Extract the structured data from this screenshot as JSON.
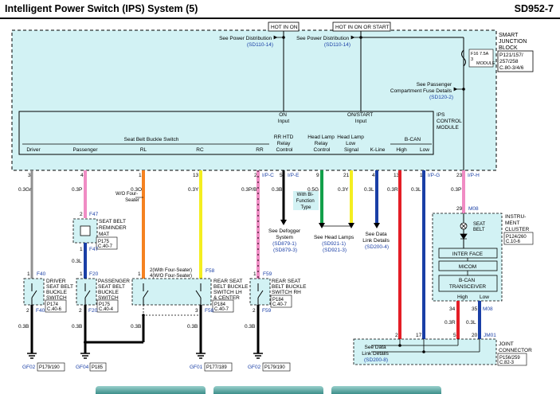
{
  "header": {
    "title": "Intelligent Power Switch (IPS) System (5)",
    "code": "SD952-7"
  },
  "junction_block": {
    "label": [
      "SMART",
      "JUNCTION",
      "BLOCK"
    ],
    "refs": [
      "P121/157/",
      "257/258",
      "C.80-3/4/6"
    ],
    "hot_in_on": "HOT IN ON",
    "hot_in_on_or_start": "HOT IN ON OR START",
    "see_pd_1": "See Power Distribution",
    "see_pd_1_ref": "(SD110-14)",
    "see_pd_2": "See Power Distribution",
    "see_pd_2_ref": "(SD110-14)",
    "fuse": [
      "F16 7.5A",
      "3",
      "MODULE"
    ],
    "see_fuse": "See Passenger",
    "see_fuse_2": "Compartment Fuse Details",
    "see_fuse_ref": "(SD120-2)",
    "on_input": [
      "ON",
      "Input"
    ],
    "onstart_input": [
      "ON/START",
      "Input"
    ],
    "ips_label": [
      "IPS",
      "CONTROL",
      "MODULE"
    ],
    "seat_belt_switch": "Seat Belt Buckle Switch",
    "channels": [
      "Driver",
      "Passenger",
      "RL",
      "RC",
      "RR"
    ],
    "rr_htd": [
      "RR HTD",
      "Relay",
      "Control"
    ],
    "head_relay": [
      "Head Lamp",
      "Relay",
      "Control"
    ],
    "head_low": [
      "Head Lamp",
      "Low",
      "Signal"
    ],
    "kline": "K-Line",
    "bcan": "B-CAN",
    "high": "High",
    "low": "Low"
  },
  "pins": {
    "p3": "3",
    "p4": "4",
    "p1": "1",
    "p13": "13",
    "p2": "2",
    "p5": "5",
    "p9": "9",
    "p21": "21",
    "p4b": "4",
    "p13b": "13",
    "p1b": "1",
    "p23": "23",
    "ipc": "I/P-C",
    "ipe": "I/P-E",
    "ipg": "I/P-G",
    "iph": "I/P-H"
  },
  "wires": {
    "w1": "0.3Gr",
    "w2": "0.3P",
    "w3": "0.3O",
    "w4": "0.3Y",
    "w5": "0.3P/B",
    "w6": "0.3B",
    "w7": "0.5G",
    "w8": "0.3Y",
    "w9": "0.3L",
    "w10": "0.3R",
    "w11": "0.3L",
    "w12": "0.3P",
    "w_f47": "0.3L",
    "gnd1": "0.3B",
    "gnd2": "0.3B",
    "gnd3": "0.3B",
    "gnd4": "0.3B",
    "gnd5": "0.3B",
    "ic_r": "0.3R",
    "ic_l": "0.3L"
  },
  "notes": {
    "wo_four_seater": [
      "W/O Four-",
      "Seater"
    ],
    "with_bi_function": [
      "With Bi-",
      "Function",
      "Type"
    ],
    "with_four": "2(With Four-Seater)",
    "wo_four": "4(W/O Four-Seater)"
  },
  "targets": {
    "defogger": [
      "See Defogger",
      "System"
    ],
    "defogger_ref": [
      "(SD879-1)",
      "(SD879-3)"
    ],
    "headlamps": "See Head Lamps",
    "headlamps_ref": [
      "(SD921-1)",
      "(SD921-3)"
    ],
    "data_link": [
      "See Data",
      "Link Details"
    ],
    "data_link_ref": "(SD200-4)"
  },
  "components": {
    "f47": "F47",
    "reminder": [
      "SEAT BELT",
      "REMINDER",
      "MAT"
    ],
    "reminder_ref": [
      "P175",
      "C.40-7"
    ],
    "f40": "F40",
    "driver_sw": [
      "DRIVER",
      "SEAT BELT",
      "BUCKLE",
      "SWITCH"
    ],
    "driver_ref": [
      "P174",
      "C.40-6"
    ],
    "f20": "F20",
    "pass_sw": [
      "PASSENGER",
      "SEAT BELT",
      "BUCKLE",
      "SWITCH"
    ],
    "pass_ref": [
      "P175",
      "C.40-4"
    ],
    "f58": "F58",
    "rear_lh": [
      "REAR SEAT",
      "BELT BUCKLE",
      "SWITCH LH",
      "& CENTER"
    ],
    "rear_lh_ref": [
      "P184",
      "C.40-7"
    ],
    "f59": "F59",
    "rear_rh": [
      "REAR SEAT",
      "BELT BUCKLE",
      "SWITCH RH"
    ],
    "rear_rh_ref": [
      "P184",
      "C.40-7"
    ],
    "m08": "M08",
    "cluster": [
      "INSTRU-",
      "MENT",
      "CLUSTER"
    ],
    "cluster_ref": [
      "P124/260",
      "C.10-6"
    ],
    "seat_belt_lamp": [
      "SEAT",
      "BELT"
    ],
    "interface": "INTER FACE",
    "micom": "MICOM",
    "bcan_trx": [
      "B-CAN",
      "TRANSCEIVER"
    ],
    "high": "High",
    "low": "Low",
    "jm01": "JM01",
    "joint": [
      "JOINT",
      "CONNECTOR"
    ],
    "joint_ref": [
      "P156/259",
      "C.82-3"
    ],
    "joint_see": [
      "See Data",
      "Link Details"
    ],
    "joint_see_ref": "(SD200-8)"
  },
  "grounds": [
    {
      "id": "GF02",
      "ref": "P179/190"
    },
    {
      "id": "GF04",
      "ref": "P185"
    },
    {
      "id": "GF01",
      "ref": "P177/189"
    },
    {
      "id": "GF02",
      "ref": "P179/190"
    }
  ],
  "colors": {
    "box_fill": "#d2f2f4",
    "pink": "#f08cc4",
    "orange": "#f58220",
    "yellow": "#f4ee20",
    "blue": "#1a3fa6",
    "red": "#e41e26",
    "green": "#12a04a",
    "black": "#000000"
  }
}
